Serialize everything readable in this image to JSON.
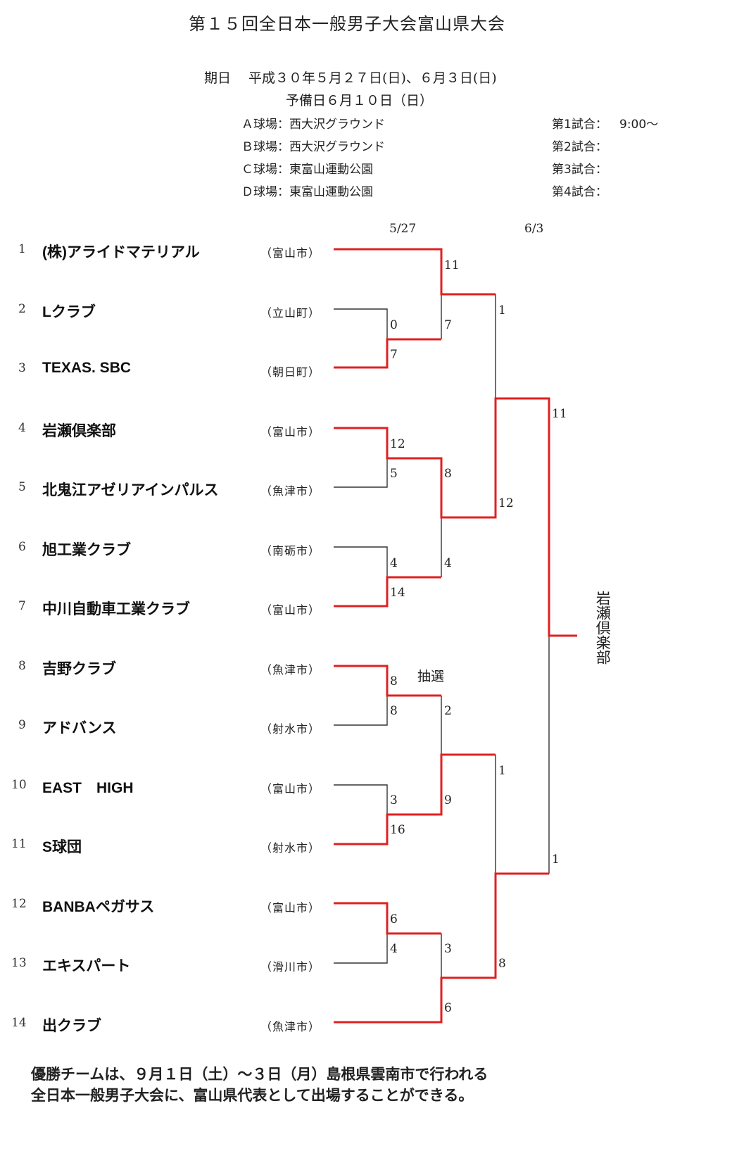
{
  "title": "第１５回全日本一般男子大会富山県大会",
  "schedule": {
    "dates": "期日　 平成３０年５月２７日(日)、６月３日(日)",
    "reserve": "予備日６月１０日（日）"
  },
  "venues": [
    {
      "label": "Ａ球場：西大沢グラウンド",
      "match": "第1試合：",
      "time": "9:00～"
    },
    {
      "label": "Ｂ球場：西大沢グラウンド",
      "match": "第2試合：",
      "time": ""
    },
    {
      "label": "Ｃ球場：東富山運動公園",
      "match": "第3試合：",
      "time": ""
    },
    {
      "label": "Ｄ球場：東富山運動公園",
      "match": "第4試合：",
      "time": ""
    }
  ],
  "round_dates": [
    "5/27",
    "6/3"
  ],
  "teams": [
    {
      "no": "1",
      "name": "(株)アライドマテリアル",
      "city": "（富山市）"
    },
    {
      "no": "2",
      "name": "Lクラブ",
      "city": "（立山町）"
    },
    {
      "no": "3",
      "name": "TEXAS. SBC",
      "city": "（朝日町）"
    },
    {
      "no": "4",
      "name": "岩瀬倶楽部",
      "city": "（富山市）"
    },
    {
      "no": "5",
      "name": "北鬼江アゼリアインパルス",
      "city": "（魚津市）"
    },
    {
      "no": "6",
      "name": "旭工業クラブ",
      "city": "（南砺市）"
    },
    {
      "no": "7",
      "name": "中川自動車工業クラブ",
      "city": "（富山市）"
    },
    {
      "no": "8",
      "name": "吉野クラブ",
      "city": "（魚津市）"
    },
    {
      "no": "9",
      "name": "アドバンス",
      "city": "（射水市）"
    },
    {
      "no": "10",
      "name": "EAST　HIGH",
      "city": "（富山市）"
    },
    {
      "no": "11",
      "name": "S球団",
      "city": "（射水市）"
    },
    {
      "no": "12",
      "name": "BANBAペガサス",
      "city": "（富山市）"
    },
    {
      "no": "13",
      "name": "エキスパート",
      "city": "（滑川市）"
    },
    {
      "no": "14",
      "name": "出クラブ",
      "city": "（魚津市）"
    }
  ],
  "scores": [
    "11",
    "0",
    "7",
    "7",
    "1",
    "12",
    "5",
    "8",
    "11",
    "4",
    "14",
    "4",
    "12",
    "8",
    "8",
    "2",
    "3",
    "16",
    "9",
    "1",
    "1",
    "6",
    "4",
    "3",
    "8",
    "6"
  ],
  "lottery_note": "抽選",
  "champion": "岩瀬倶楽部",
  "footer": [
    "優勝チームは、９月１日（土）～３日（月）島根県雲南市で行われる",
    "全日本一般男子大会に、富山県代表として出場することができる。"
  ]
}
